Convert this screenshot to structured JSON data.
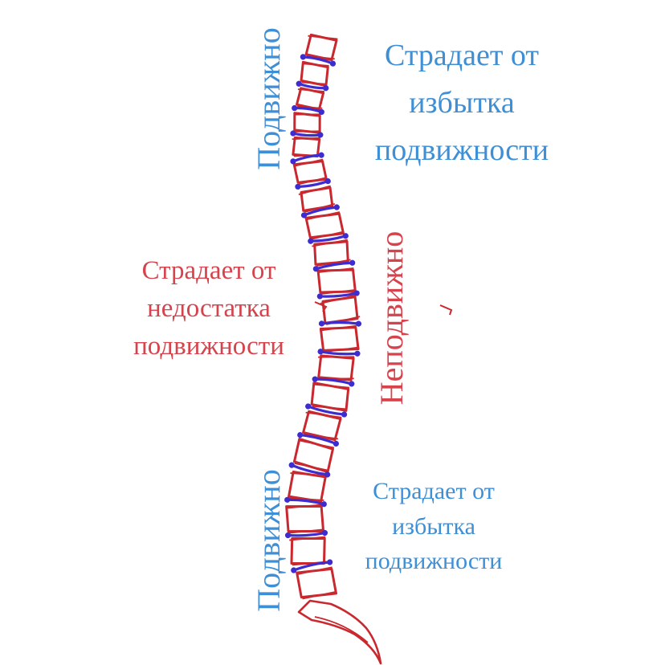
{
  "colors": {
    "mobile": "#3e8fd6",
    "immobile": "#d6434c",
    "vertebra": "#c8282e",
    "disc": "#3d2ccf"
  },
  "labels": {
    "top_right": [
      "Страдает от",
      "избытка",
      "подвижности"
    ],
    "middle_left": [
      "Страдает от",
      "недостатка",
      "подвижности"
    ],
    "bottom_right": [
      "Страдает от",
      "избытка",
      "подвижности"
    ]
  },
  "vertical_labels": {
    "top": "Подвижно",
    "middle": "Неподвижно",
    "bottom": "Подвижно"
  }
}
